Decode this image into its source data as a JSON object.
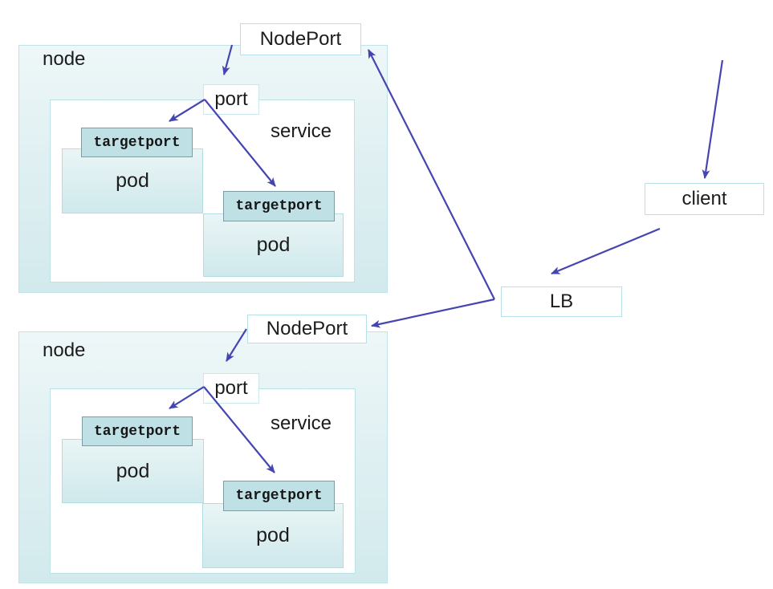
{
  "labels": {
    "node": "node",
    "nodeport": "NodePort",
    "port": "port",
    "service": "service",
    "targetport": "targetport",
    "pod": "pod",
    "client": "client",
    "lb": "LB"
  },
  "colors": {
    "arrow": "#4545b2",
    "node_fill_top": "#eef7f8",
    "node_fill_bottom": "#d2eaed",
    "pod_fill_top": "#eaf5f6",
    "pod_fill_bottom": "#cfe9ec",
    "targetport_fill": "#bfe0e4",
    "targetport_border": "#7d9da2",
    "light_border": "#b7e1e6",
    "text": "#1c1c1c"
  }
}
